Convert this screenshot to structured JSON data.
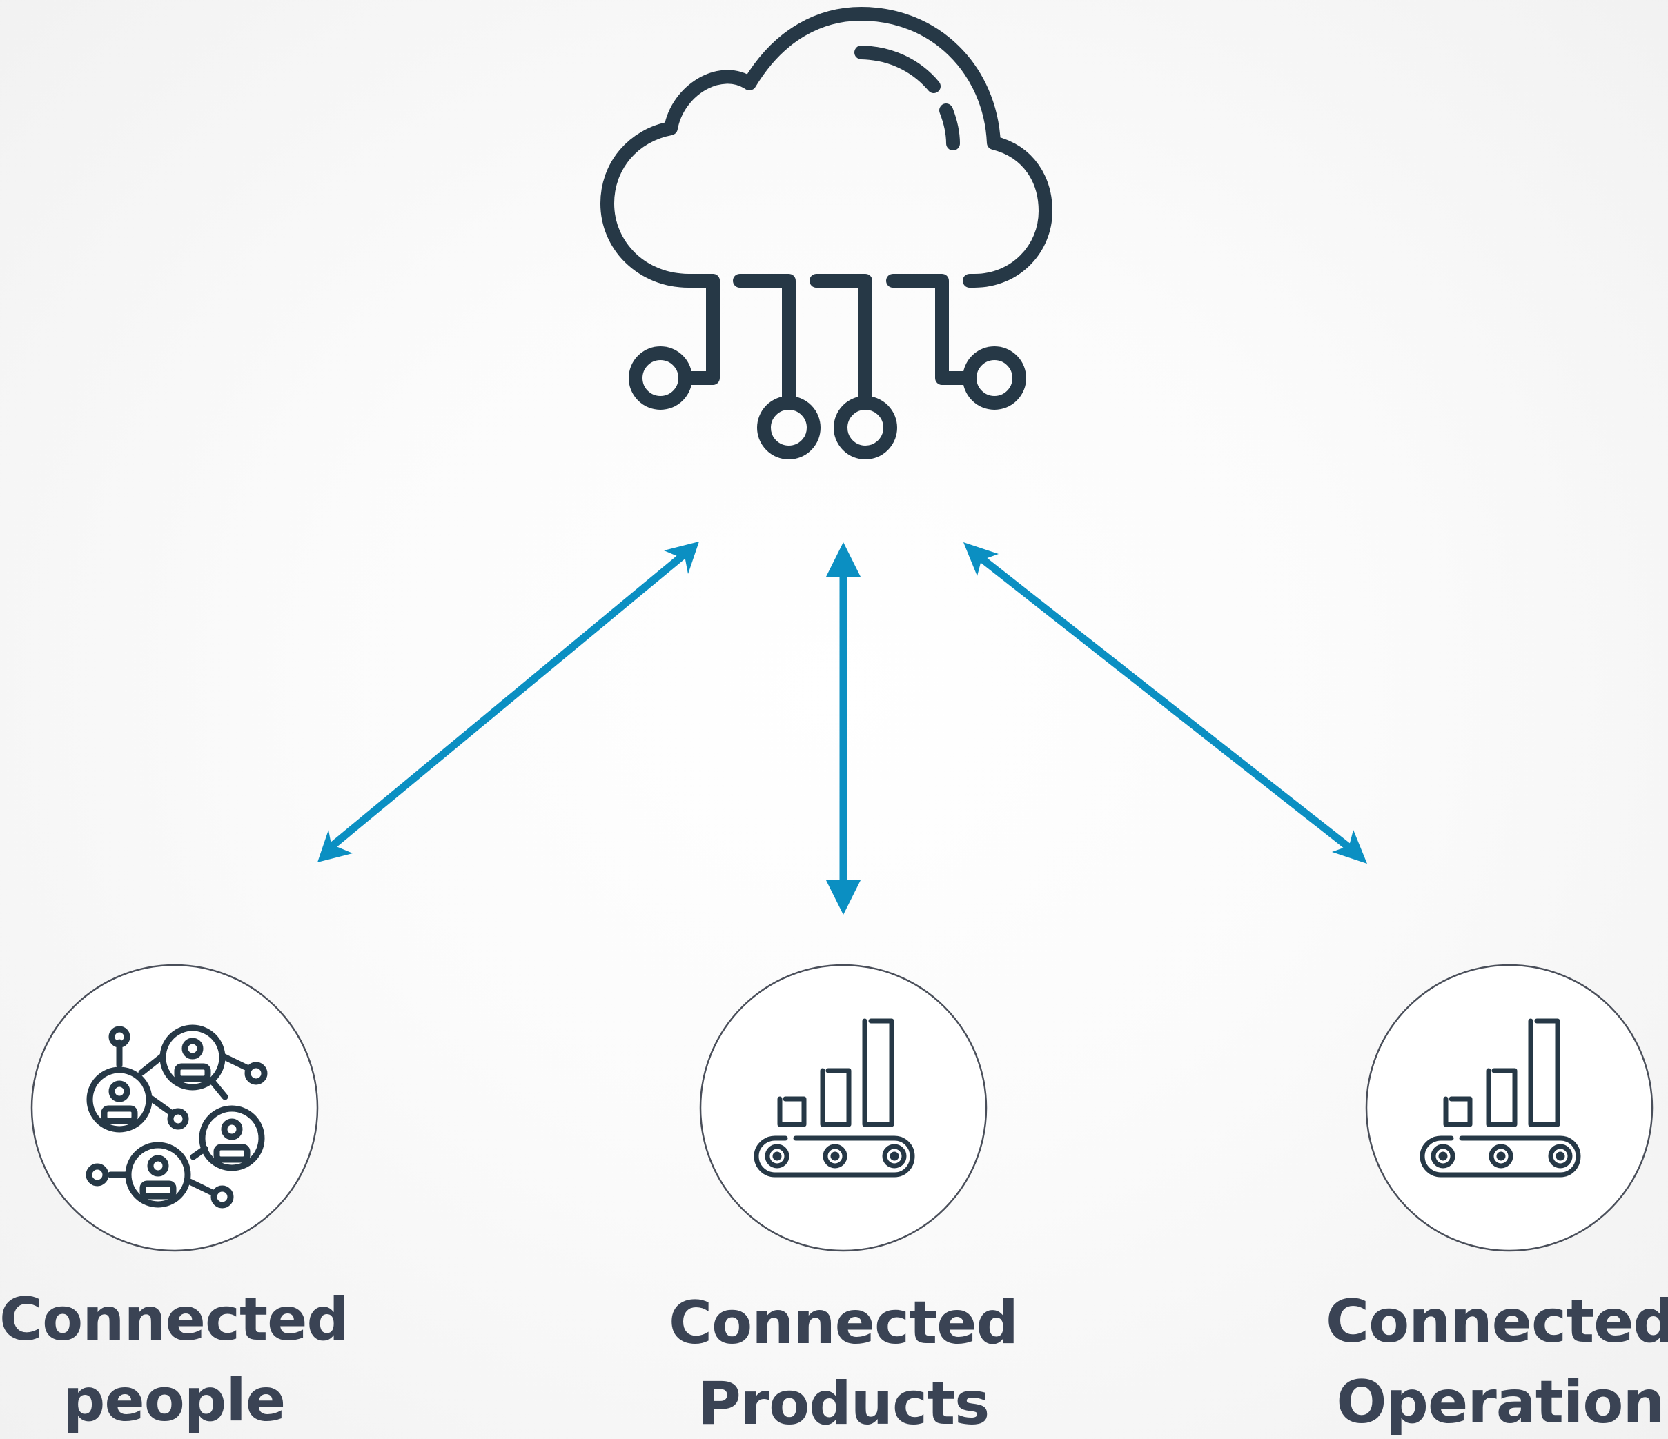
{
  "colors": {
    "icon_stroke": "#263846",
    "arrow": "#0b8fc2",
    "label_text": "#3a4354",
    "circle_stroke": "#4a4f5a"
  },
  "hub": {
    "icon": "cloud-network-icon"
  },
  "nodes": [
    {
      "id": "people",
      "icon": "connected-people-network-icon",
      "label_line1": "Connected",
      "label_line2": "people"
    },
    {
      "id": "products",
      "icon": "conveyor-belt-bar-chart-icon",
      "label_line1": "Connected",
      "label_line2": "Products"
    },
    {
      "id": "operation",
      "icon": "conveyor-belt-bar-chart-icon",
      "label_line1": "Connected",
      "label_line2": "Operation"
    }
  ],
  "connections": [
    {
      "from": "hub",
      "to": "people",
      "direction": "bidirectional"
    },
    {
      "from": "hub",
      "to": "products",
      "direction": "bidirectional"
    },
    {
      "from": "hub",
      "to": "operation",
      "direction": "bidirectional"
    }
  ]
}
